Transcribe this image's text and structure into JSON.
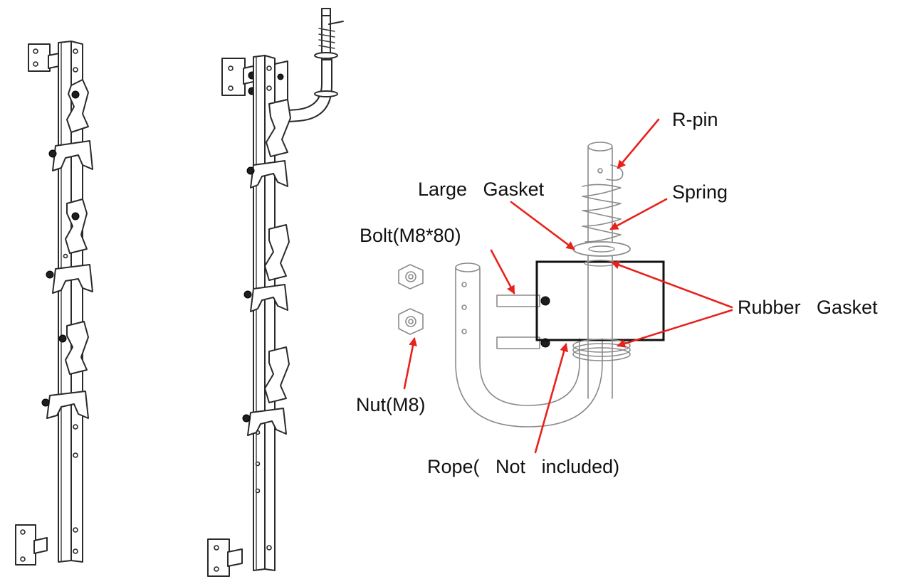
{
  "labels": {
    "r_pin": "R-pin",
    "large_gasket": "Large   Gasket",
    "spring": "Spring",
    "bolt": "Bolt(M8*80)",
    "rubber_gasket": "Rubber   Gasket",
    "nut": "Nut(M8)",
    "rope": "Rope(   Not   included)"
  },
  "colors": {
    "arrow": "#e8211c",
    "line": "#2a2a2a",
    "background": "#ffffff"
  }
}
